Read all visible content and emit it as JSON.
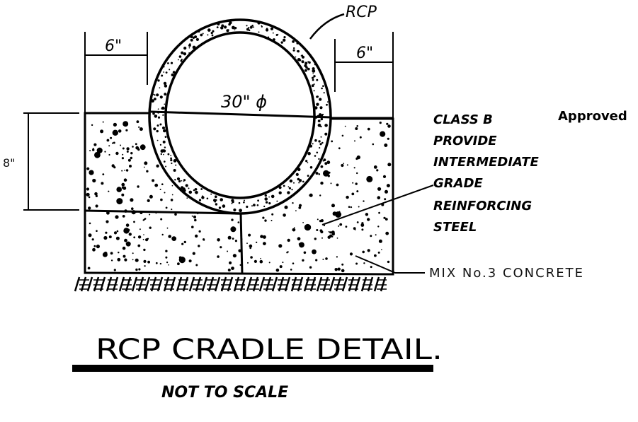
{
  "drawing": {
    "title": "RCP CRADLE DETAIL.",
    "subtitle": "NOT TO SCALE",
    "labels": {
      "pipe": "RCP",
      "diameter": "30\" ϕ",
      "left_clearance": "6\"",
      "right_clearance": "6\"",
      "cradle_height": "8\"",
      "approved": "Approved",
      "steel_note": [
        "CLASS B",
        "PROVIDE",
        "INTERMEDIATE",
        "GRADE",
        "REINFORCING",
        "STEEL"
      ],
      "concrete_note": "MIX No.3 CONCRETE"
    }
  }
}
